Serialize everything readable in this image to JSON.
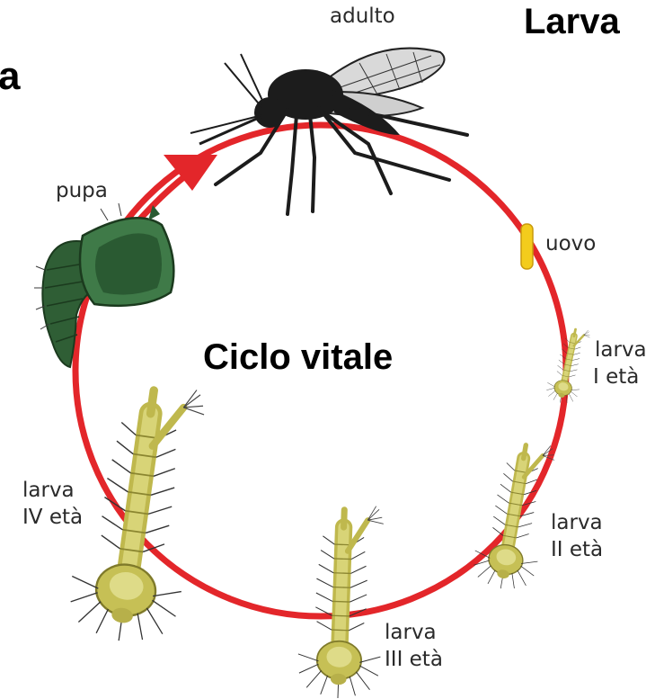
{
  "headers": {
    "top_right": "Larva",
    "top_left_fragment": "a"
  },
  "center_title": "Ciclo vitale",
  "stages": {
    "adult": "adulto",
    "pupa": "pupa",
    "egg": "uovo",
    "larva_1": {
      "line1": "larva",
      "line2": "I età"
    },
    "larva_2": {
      "line1": "larva",
      "line2": "II età"
    },
    "larva_3": {
      "line1": "larva",
      "line2": "III età"
    },
    "larva_4": {
      "line1": "larva",
      "line2": "IV età"
    }
  },
  "icons": [
    "mosquito-adult-icon",
    "pupa-icon",
    "egg-icon",
    "larva-icon"
  ],
  "colors": {
    "cycle_ring": "#e3262a",
    "egg": "#f3cc1c",
    "larva_body": "#c9c35a",
    "pupa": "#2e6a3a",
    "mosquito": "#1c1c1c",
    "bristles": "#444444"
  }
}
